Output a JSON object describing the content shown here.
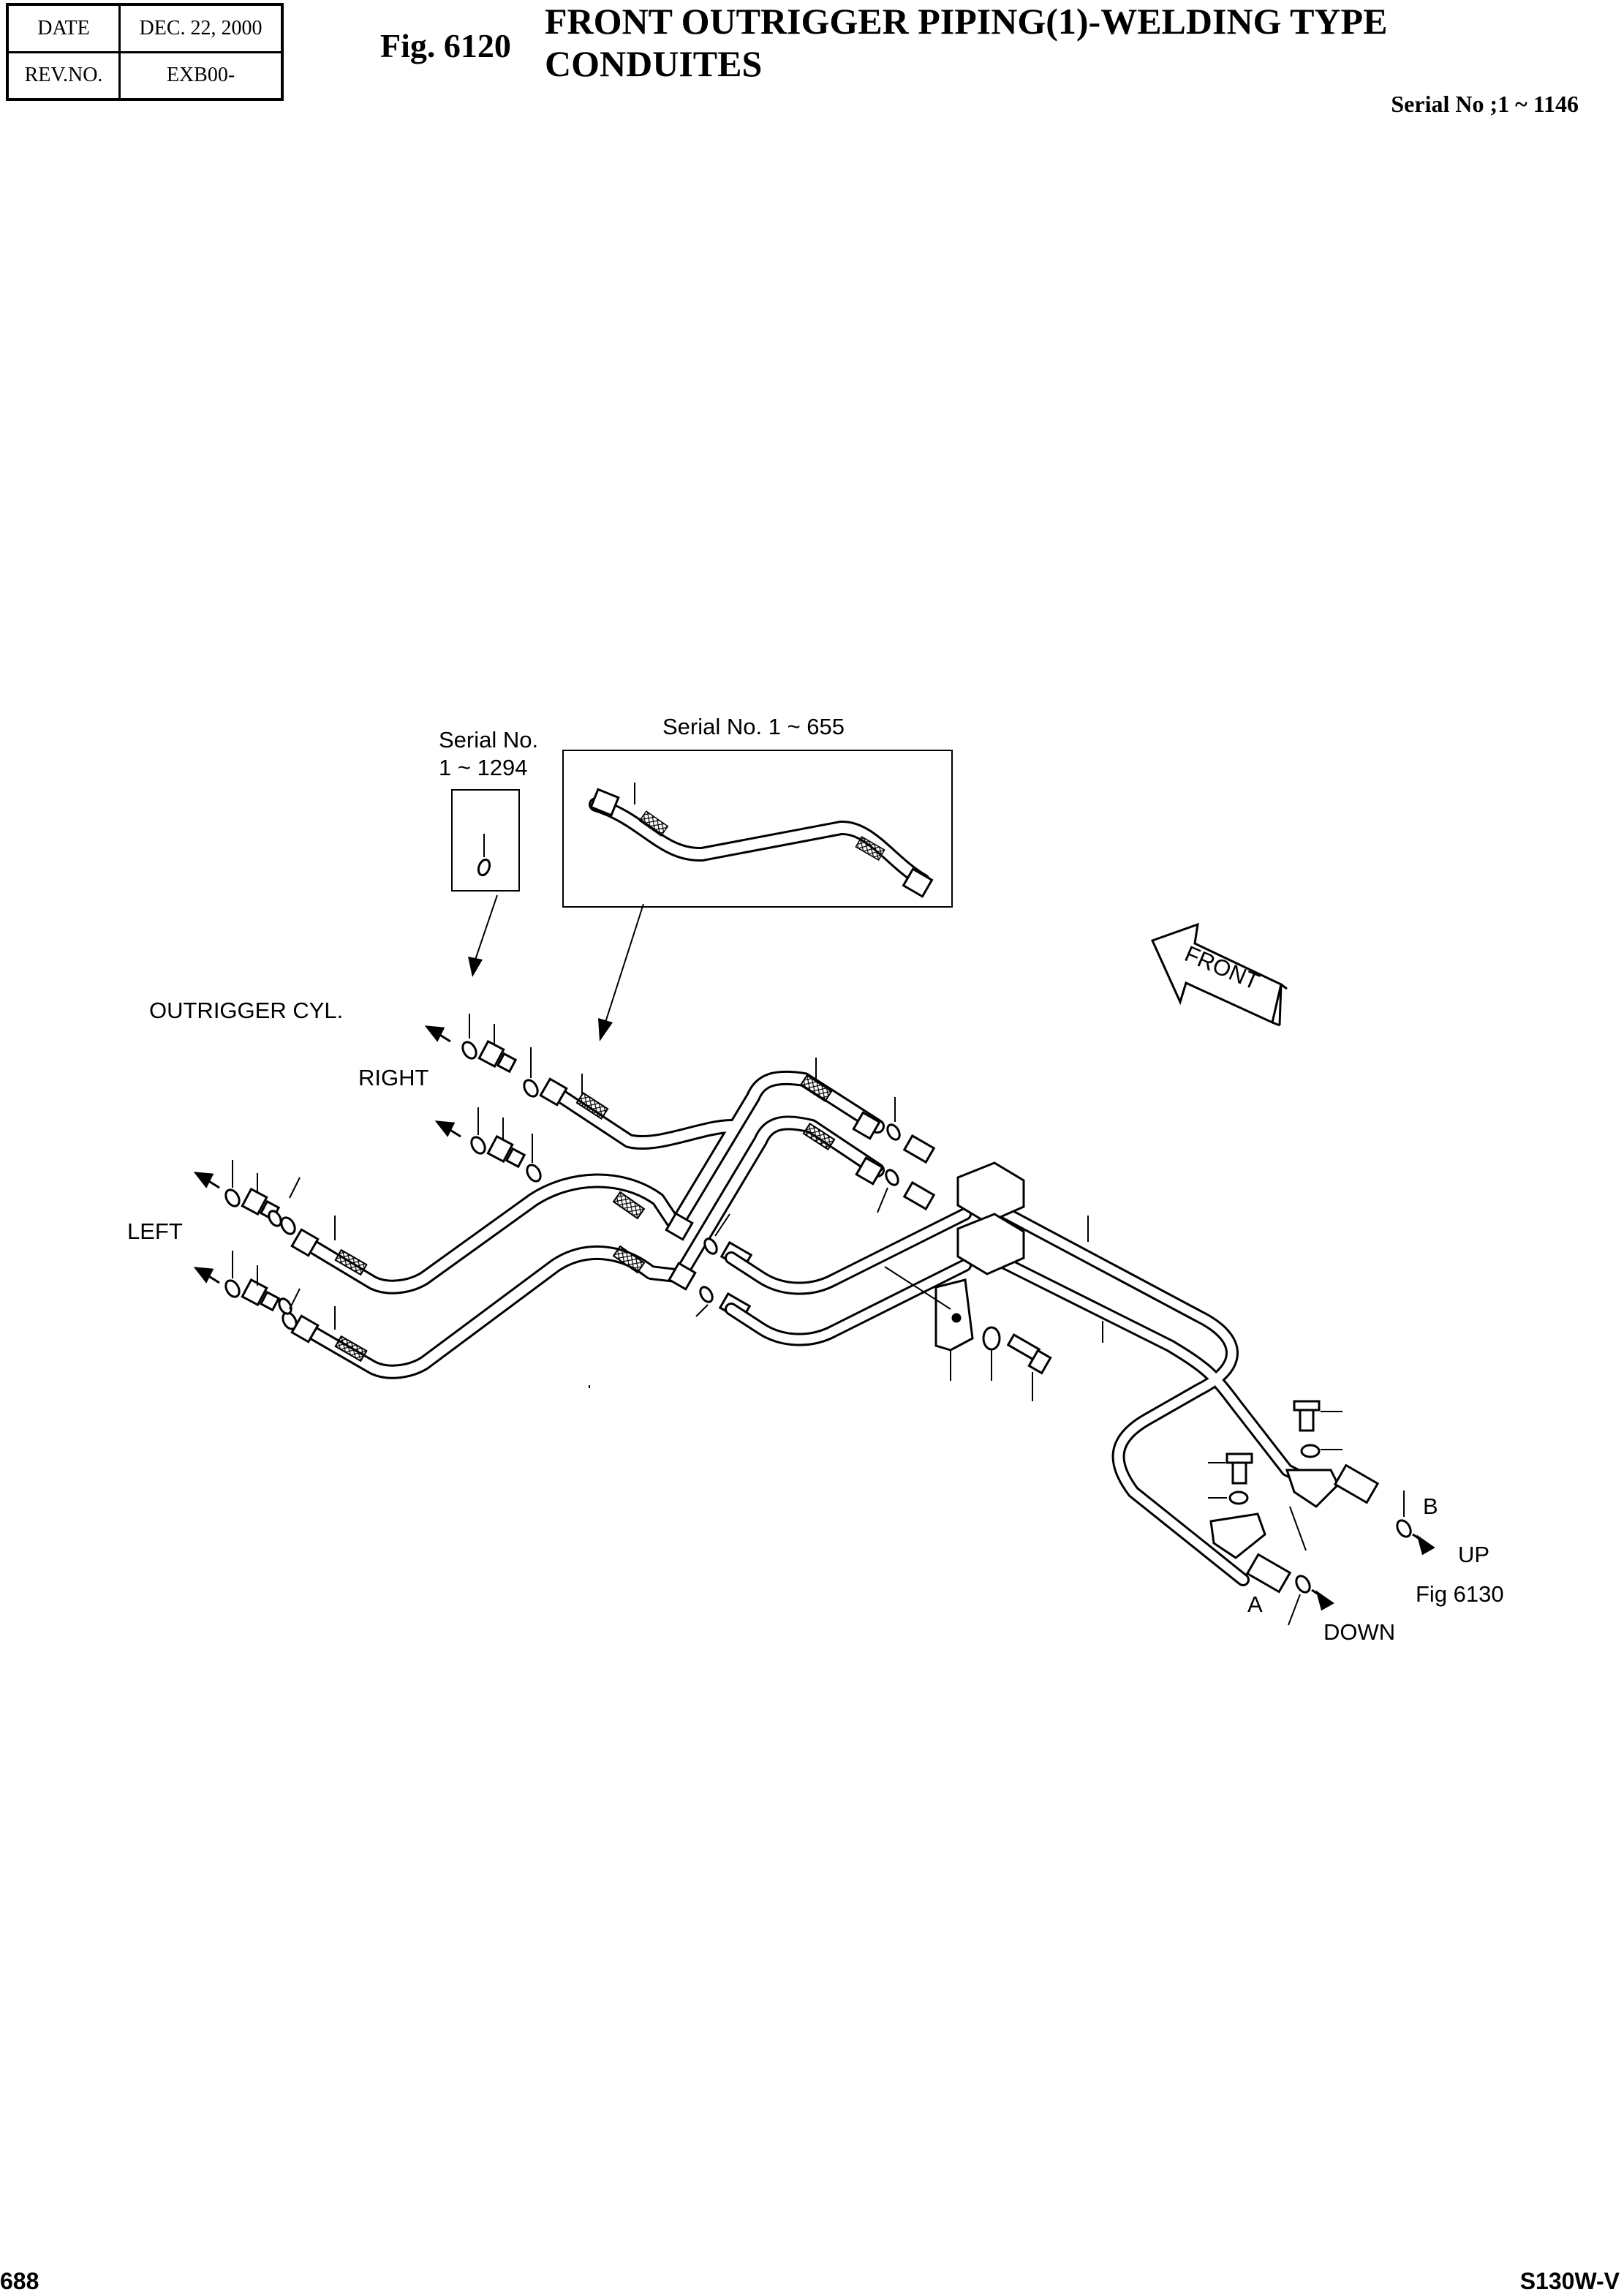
{
  "header": {
    "date_label": "DATE",
    "date_value": "DEC. 22, 2000",
    "rev_label": "REV.NO.",
    "rev_value": "EXB00-",
    "fig_number": "Fig. 6120",
    "title_line1": "FRONT OUTRIGGER PIPING(1)-WELDING TYPE",
    "title_line2": "CONDUITES",
    "serial_range": "Serial No ;1 ~ 1146"
  },
  "diagram": {
    "inset_small_title1": "Serial No.",
    "inset_small_title2": "1 ~ 1294",
    "inset_large_title": "Serial No. 1 ~ 655",
    "label_outrigger_cyl": "OUTRIGGER CYL.",
    "label_right": "RIGHT",
    "label_left": "LEFT",
    "label_front": "FRONT",
    "label_b": "B",
    "label_up": "UP",
    "label_fig_ref": "Fig 6130",
    "label_a": "A",
    "label_down": "DOWN"
  },
  "footer": {
    "page_number": "688",
    "model": "S130W-V"
  }
}
